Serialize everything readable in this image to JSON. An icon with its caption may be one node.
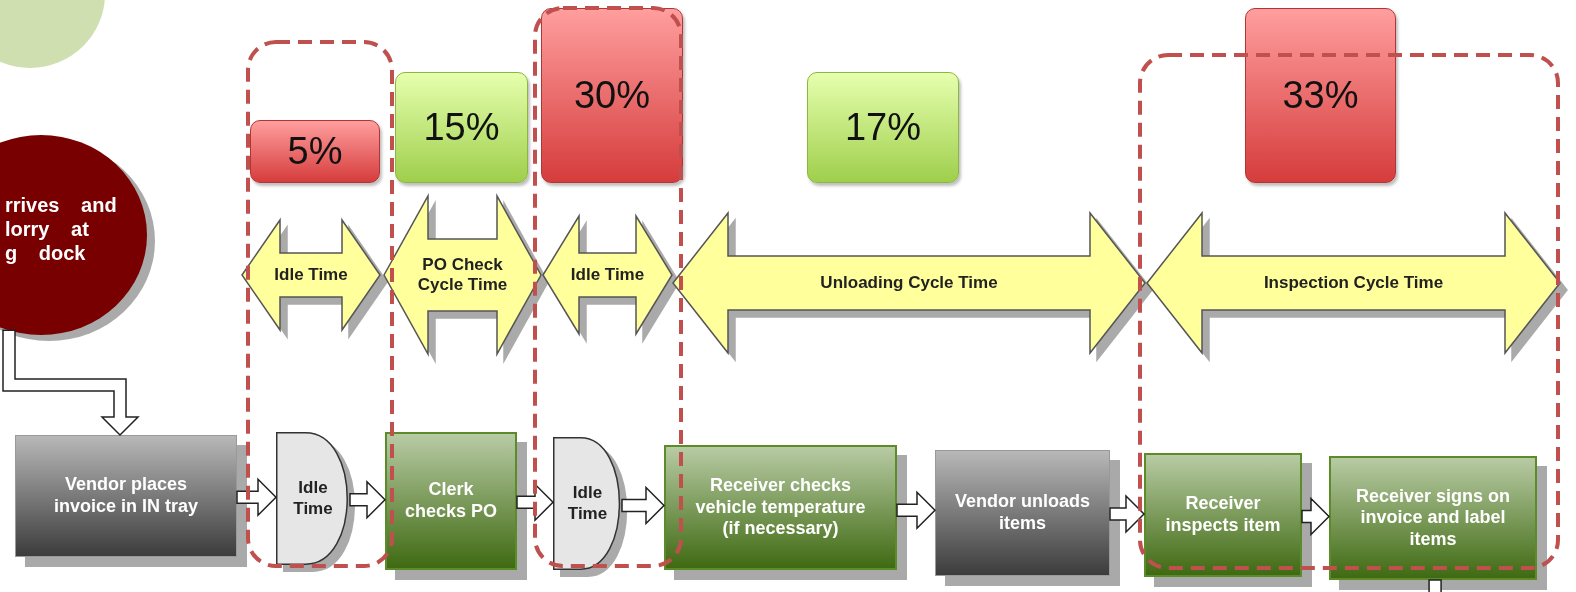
{
  "diagram": {
    "nodes": [
      {
        "text": [],
        "shape": "circle"
      },
      {
        "text": [
          "rrives and lorry at g dock"
        ]
      },
      {
        "text": [
          "5%"
        ]
      },
      {
        "text": [
          "15%"
        ]
      },
      {
        "text": [
          "30%"
        ]
      },
      {
        "text": [
          "17%"
        ]
      },
      {
        "text": [
          "33%"
        ]
      },
      {
        "text": [
          "Idle Time"
        ]
      },
      {
        "text": [
          "PO Check Cycle Time"
        ]
      },
      {
        "text": [
          "Idle Time"
        ]
      },
      {
        "text": [
          "Unloading Cycle Time"
        ]
      },
      {
        "text": [
          "Inspection Cycle Time"
        ]
      },
      {
        "text": [
          "Vendor places invoice in IN tray"
        ]
      },
      {
        "text": [
          "Idle Time"
        ]
      },
      {
        "text": [
          "Clerk checks PO"
        ]
      },
      {
        "text": [
          "Idle Time"
        ]
      },
      {
        "text": [
          "Receiver checks vehicle temperature (if necessary)"
        ]
      },
      {
        "text": [
          "Vendor unloads items"
        ]
      },
      {
        "text": [
          "Receiver inspects item"
        ]
      },
      {
        "text": [
          "Receiver signs on invoice and label items"
        ]
      }
    ],
    "edges": [
      {
        "from": 1,
        "to": 12,
        "arrow": "to"
      },
      {
        "from": 12,
        "to": 13,
        "arrow": "to"
      },
      {
        "from": 13,
        "to": 14,
        "arrow": "to"
      },
      {
        "from": 14,
        "to": 15,
        "arrow": "to"
      },
      {
        "from": 15,
        "to": 16,
        "arrow": "to"
      },
      {
        "from": 16,
        "to": 17,
        "arrow": "to"
      },
      {
        "from": 17,
        "to": 18,
        "arrow": "to"
      },
      {
        "from": 18,
        "to": 19,
        "arrow": "to"
      },
      {
        "from": 19,
        "to": null,
        "arrow": "none"
      }
    ]
  }
}
